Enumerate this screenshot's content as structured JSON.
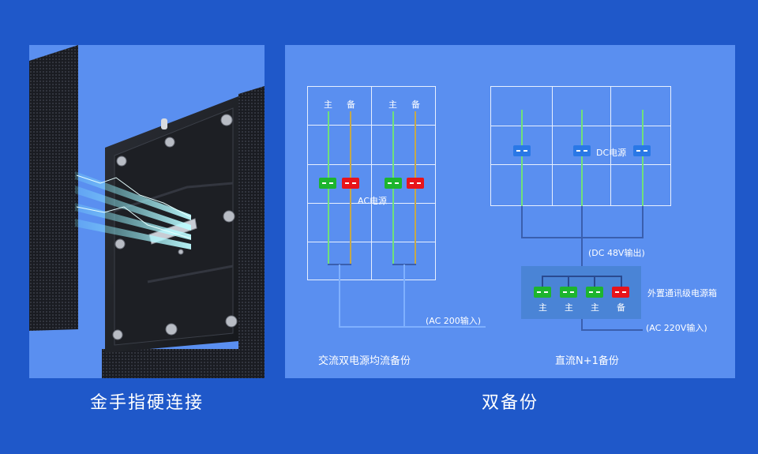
{
  "left": {
    "caption": "金手指硬连接"
  },
  "right": {
    "caption": "双备份",
    "ac": {
      "col1_main": "主",
      "col1_backup": "备",
      "col2_main": "主",
      "col2_backup": "备",
      "power_label": "AC电源",
      "input_label": "(AC 200输入)",
      "title": "交流双电源均流备份"
    },
    "dc": {
      "power_label": "DC电源",
      "output_label": "(DC 48V输出)",
      "box_label": "外置通讯级电源箱",
      "slot1": "主",
      "slot2": "主",
      "slot3": "主",
      "slot4": "备",
      "input_label": "(AC 220V输入)",
      "title": "直流N+1备份"
    }
  },
  "colors": {
    "background": "#1f58c9",
    "panel": "#5a8ff0",
    "main_connector": "#1db52e",
    "backup_connector": "#e8141b",
    "dc_connector": "#2a78e6"
  }
}
